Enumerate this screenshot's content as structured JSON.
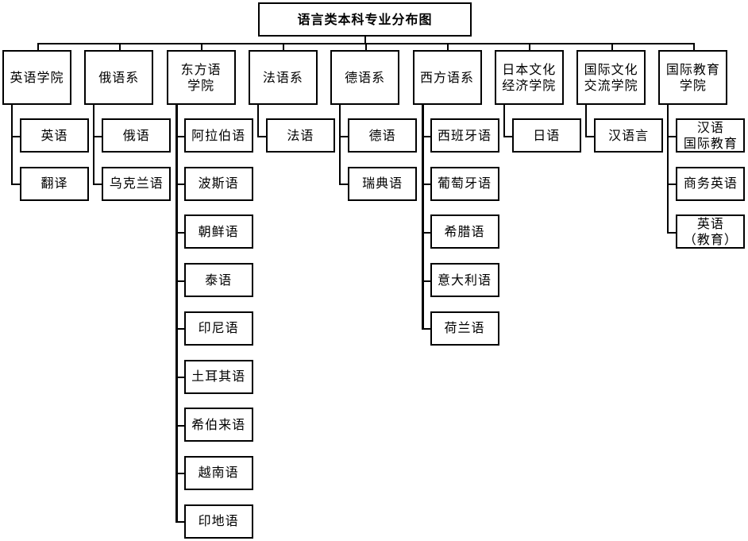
{
  "title": "语言类本科专业分布图",
  "departments": [
    {
      "label": "英语学院",
      "children": [
        "英语",
        "翻译"
      ]
    },
    {
      "label": "俄语系",
      "children": [
        "俄语",
        "乌克兰语"
      ]
    },
    {
      "label": "东方语\n学院",
      "children": [
        "阿拉伯语",
        "波斯语",
        "朝鲜语",
        "泰语",
        "印尼语",
        "土耳其语",
        "希伯来语",
        "越南语",
        "印地语"
      ]
    },
    {
      "label": "法语系",
      "children": [
        "法语"
      ]
    },
    {
      "label": "德语系",
      "children": [
        "德语",
        "瑞典语"
      ]
    },
    {
      "label": "西方语系",
      "children": [
        "西班牙语",
        "葡萄牙语",
        "希腊语",
        "意大利语",
        "荷兰语"
      ]
    },
    {
      "label": "日本文化\n经济学院",
      "children": [
        "日语"
      ]
    },
    {
      "label": "国际文化\n交流学院",
      "children": [
        "汉语言"
      ]
    },
    {
      "label": "国际教育\n学院",
      "children": [
        "汉语\n国际教育",
        "商务英语",
        "英语\n（教育）"
      ]
    }
  ]
}
